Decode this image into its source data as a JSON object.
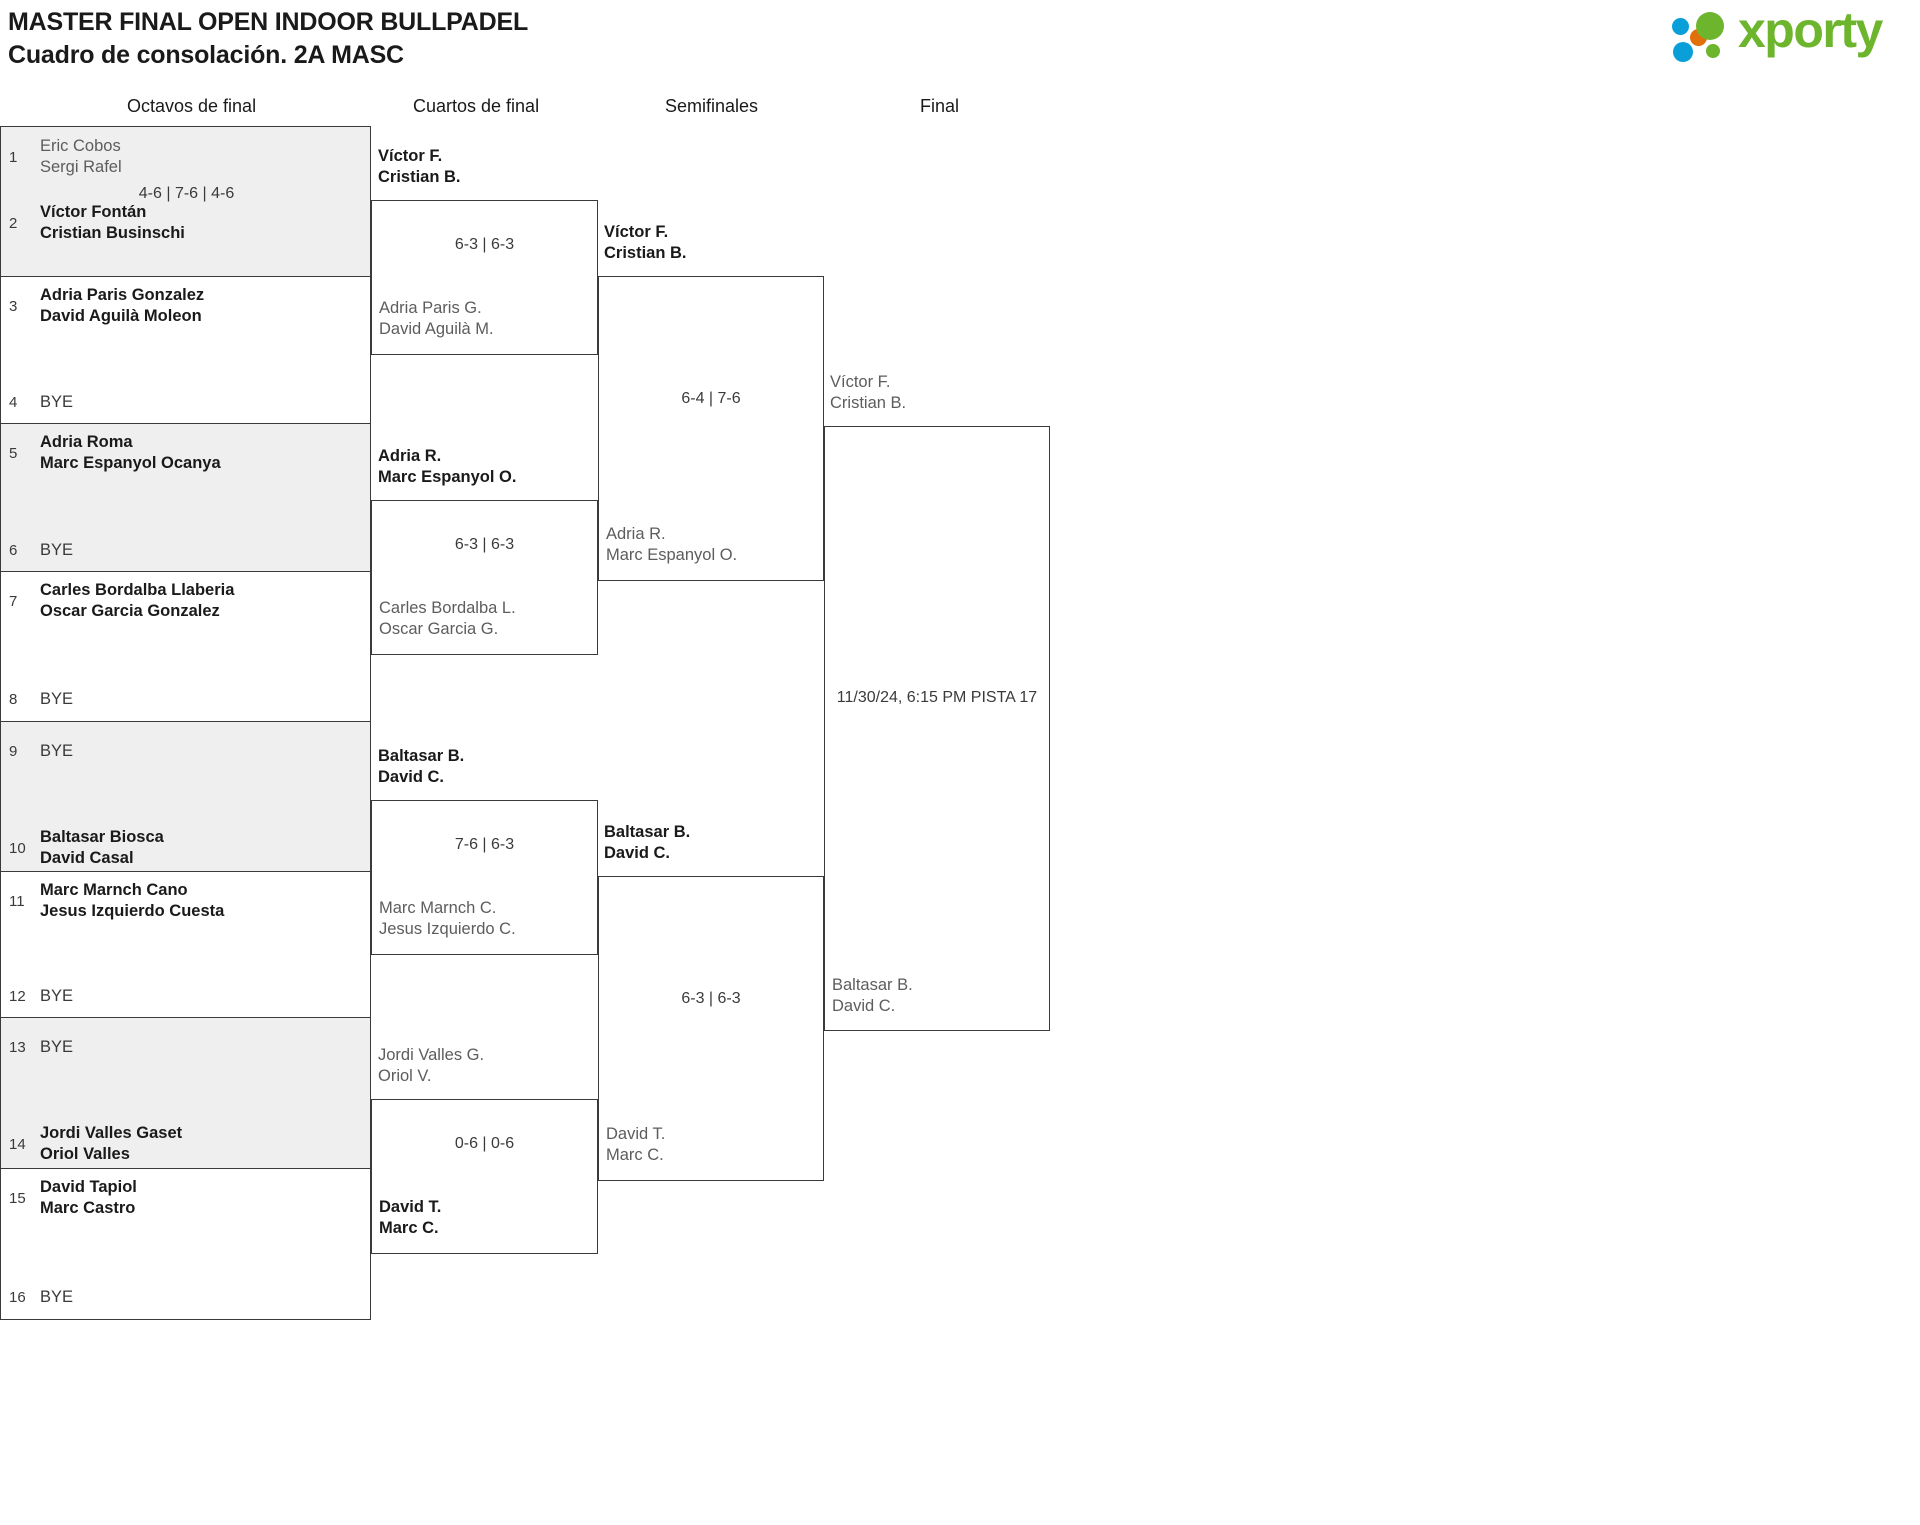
{
  "header": {
    "title_line1": "MASTER FINAL OPEN INDOOR BULLPADEL",
    "title_line2": "Cuadro de consolación. 2A MASC"
  },
  "logo": {
    "wordmark": "xporty",
    "colors": {
      "green": "#6cb52d",
      "blue": "#0a9fd8",
      "orange": "#e2700a"
    }
  },
  "rounds": [
    {
      "id": "r16",
      "label": "Octavos de final"
    },
    {
      "id": "qf",
      "label": "Cuartos de final"
    },
    {
      "id": "sf",
      "label": "Semifinales"
    },
    {
      "id": "f",
      "label": "Final"
    }
  ],
  "round_of_16": {
    "pairs": [
      {
        "score": "4-6 | 7-6 | 4-6",
        "top": {
          "seed": "1",
          "p1": "Eric Cobos",
          "p2": "Sergi Rafel",
          "state": "loser"
        },
        "bottom": {
          "seed": "2",
          "p1": "Víctor Fontán",
          "p2": "Cristian Businschi",
          "state": "winner"
        }
      },
      {
        "score": "",
        "top": {
          "seed": "3",
          "p1": "Adria Paris Gonzalez",
          "p2": "David Aguilà Moleon",
          "state": "winner"
        },
        "bottom": {
          "seed": "4",
          "p1": "BYE",
          "p2": "",
          "state": "bye"
        }
      },
      {
        "score": "",
        "top": {
          "seed": "5",
          "p1": "Adria Roma",
          "p2": "Marc Espanyol Ocanya",
          "state": "winner"
        },
        "bottom": {
          "seed": "6",
          "p1": "BYE",
          "p2": "",
          "state": "bye"
        }
      },
      {
        "score": "",
        "top": {
          "seed": "7",
          "p1": "Carles Bordalba Llaberia",
          "p2": "Oscar Garcia Gonzalez",
          "state": "winner"
        },
        "bottom": {
          "seed": "8",
          "p1": "BYE",
          "p2": "",
          "state": "bye"
        }
      },
      {
        "score": "",
        "top": {
          "seed": "9",
          "p1": "BYE",
          "p2": "",
          "state": "bye"
        },
        "bottom": {
          "seed": "10",
          "p1": "Baltasar Biosca",
          "p2": "David Casal",
          "state": "winner"
        }
      },
      {
        "score": "",
        "top": {
          "seed": "11",
          "p1": "Marc Marnch Cano",
          "p2": "Jesus Izquierdo Cuesta",
          "state": "winner"
        },
        "bottom": {
          "seed": "12",
          "p1": "BYE",
          "p2": "",
          "state": "bye"
        }
      },
      {
        "score": "",
        "top": {
          "seed": "13",
          "p1": "BYE",
          "p2": "",
          "state": "bye"
        },
        "bottom": {
          "seed": "14",
          "p1": "Jordi Valles Gaset",
          "p2": "Oriol Valles",
          "state": "winner"
        }
      },
      {
        "score": "",
        "top": {
          "seed": "15",
          "p1": "David Tapiol",
          "p2": "Marc Castro",
          "state": "winner"
        },
        "bottom": {
          "seed": "16",
          "p1": "BYE",
          "p2": "",
          "state": "bye"
        }
      }
    ]
  },
  "quarterfinals": [
    {
      "score": "6-3 | 6-3",
      "top": {
        "p1": "Víctor F.",
        "p2": "Cristian B.",
        "state": "winner"
      },
      "bottom": {
        "p1": "Adria Paris G.",
        "p2": "David Aguilà M.",
        "state": "loser"
      }
    },
    {
      "score": "6-3 | 6-3",
      "top": {
        "p1": "Adria R.",
        "p2": "Marc Espanyol O.",
        "state": "winner"
      },
      "bottom": {
        "p1": "Carles Bordalba L.",
        "p2": "Oscar Garcia G.",
        "state": "loser"
      }
    },
    {
      "score": "7-6 | 6-3",
      "top": {
        "p1": "Baltasar B.",
        "p2": "David C.",
        "state": "winner"
      },
      "bottom": {
        "p1": "Marc Marnch C.",
        "p2": "Jesus Izquierdo C.",
        "state": "loser"
      }
    },
    {
      "score": "0-6 | 0-6",
      "top": {
        "p1": "Jordi Valles G.",
        "p2": "Oriol V.",
        "state": "loser"
      },
      "bottom": {
        "p1": "David T.",
        "p2": "Marc C.",
        "state": "winner"
      }
    }
  ],
  "semifinals": [
    {
      "score": "6-4 | 7-6",
      "top": {
        "p1": "Víctor F.",
        "p2": "Cristian B.",
        "state": "winner"
      },
      "bottom": {
        "p1": "Adria R.",
        "p2": "Marc Espanyol O.",
        "state": "loser"
      }
    },
    {
      "score": "6-3 | 6-3",
      "top": {
        "p1": "Baltasar B.",
        "p2": "David C.",
        "state": "winner"
      },
      "bottom": {
        "p1": "David T.",
        "p2": "Marc C.",
        "state": "loser"
      }
    }
  ],
  "final": {
    "schedule": "11/30/24, 6:15 PM PISTA 17",
    "top": {
      "p1": "Víctor F.",
      "p2": "Cristian B.",
      "state": "loser"
    },
    "bottom": {
      "p1": "Baltasar B.",
      "p2": "David C.",
      "state": "loser"
    }
  }
}
